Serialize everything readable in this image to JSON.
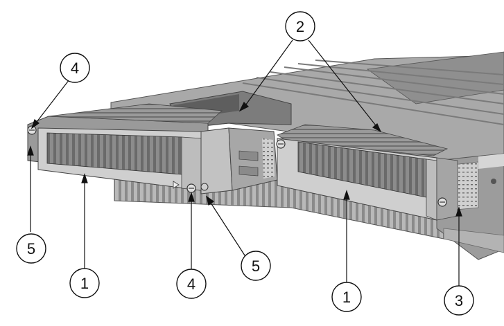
{
  "callouts": [
    {
      "id": "c2",
      "label": "2"
    },
    {
      "id": "c4a",
      "label": "4"
    },
    {
      "id": "c5a",
      "label": "5"
    },
    {
      "id": "c1a",
      "label": "1"
    },
    {
      "id": "c4b",
      "label": "4"
    },
    {
      "id": "c5b",
      "label": "5"
    },
    {
      "id": "c1b",
      "label": "1"
    },
    {
      "id": "c3",
      "label": "3"
    }
  ]
}
